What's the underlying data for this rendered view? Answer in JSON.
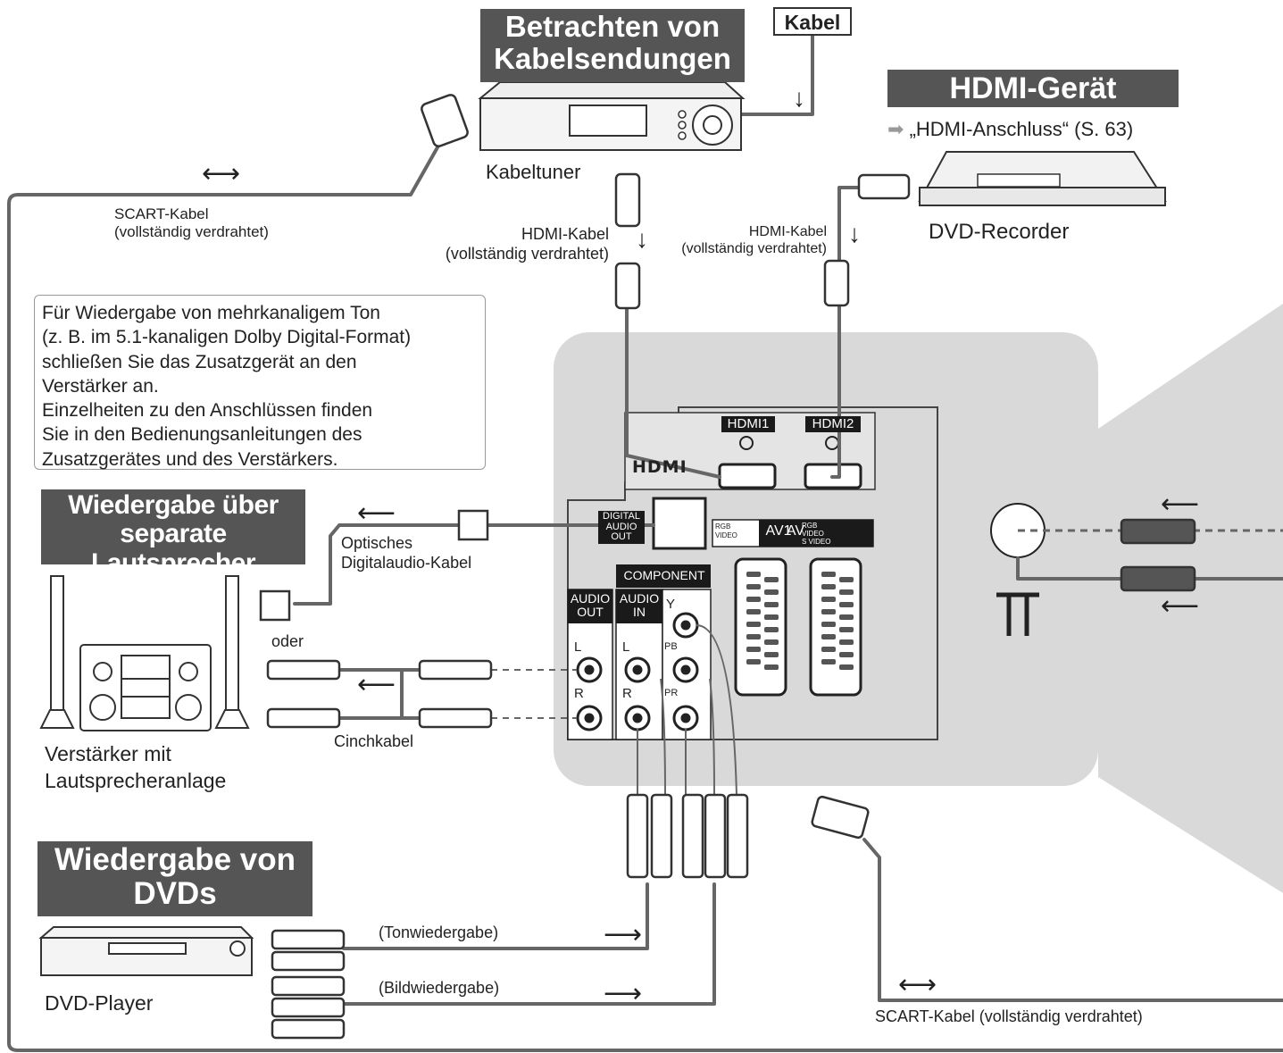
{
  "headers": {
    "cable_viewing": "Betrachten von Kabelsendungen",
    "hdmi_device": "HDMI-Gerät",
    "separate_speakers": "Wiedergabe über separate Lautsprecher",
    "dvd_playback": "Wiedergabe von DVDs"
  },
  "cable_tag": "Kabel",
  "hdmi_ref": "„HDMI-Anschluss“ (S. 63)",
  "devices": {
    "cable_tuner": "Kabeltuner",
    "dvd_recorder": "DVD-Recorder",
    "amplifier": [
      "Verstärker mit",
      "Lautsprecheranlage"
    ],
    "dvd_player": "DVD-Player"
  },
  "cables": {
    "scart_top": [
      "SCART-Kabel",
      "(vollständig verdrahtet)"
    ],
    "hdmi_left": [
      "HDMI-Kabel",
      "(vollständig verdrahtet)"
    ],
    "hdmi_right": [
      "HDMI-Kabel",
      "(vollständig verdrahtet)"
    ],
    "optical": [
      "Optisches",
      "Digitalaudio-Kabel"
    ],
    "or": "oder",
    "cinch": "Cinchkabel",
    "audio_playback": "(Tonwiedergabe)",
    "video_playback": "(Bildwiedergabe)",
    "scart_bottom": "SCART-Kabel (vollständig verdrahtet)"
  },
  "info_box": [
    "Für Wiedergabe von mehrkanaligem Ton",
    "(z. B. im 5.1-kanaligen Dolby Digital-Format)",
    "schließen Sie das Zusatzgerät an den",
    "Verstärker an.",
    "Einzelheiten zu den Anschlüssen finden",
    "Sie in den Bedienungsanleitungen des",
    "Zusatzgerätes und des Verstärkers."
  ],
  "ports": {
    "hdmi1": "HDMI1",
    "hdmi2": "HDMI2",
    "hdmi_logo": "HDMI",
    "digital_audio_out": [
      "DIGITAL",
      "AUDIO",
      "OUT"
    ],
    "component": "COMPONENT",
    "audio_out": [
      "AUDIO",
      "OUT"
    ],
    "audio_in": [
      "AUDIO",
      "IN"
    ],
    "av1": "AV1",
    "av2": "AV",
    "av1_small": [
      "RGB",
      "VIDEO"
    ],
    "av2_small": [
      "RGB",
      "VIDEO",
      "S VIDEO"
    ],
    "jack_l": "L",
    "jack_r": "R",
    "jack_y": "Y",
    "jack_pb": "PB",
    "jack_pr": "PR"
  },
  "colors": {
    "header_bg": "#555555",
    "panel_bg": "#d9d9d9",
    "cable": "#666666",
    "port_tag_bg": "#1a1a1a"
  }
}
